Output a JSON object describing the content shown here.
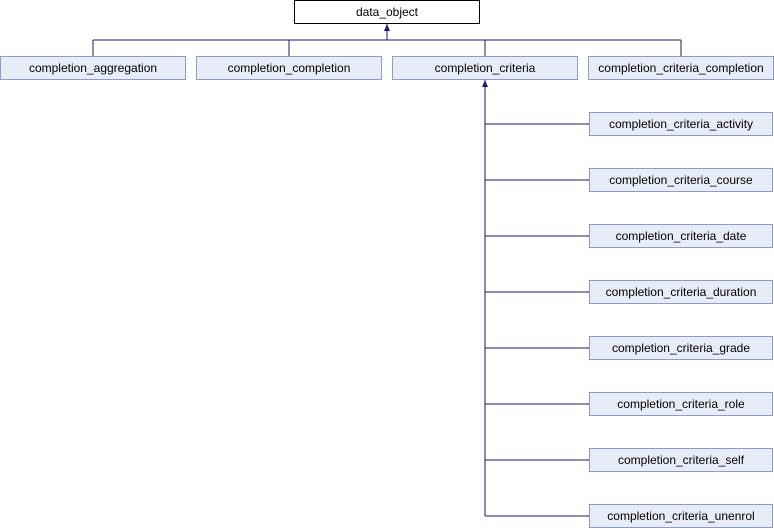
{
  "diagram": {
    "root": "data_object",
    "level1": [
      "completion_aggregation",
      "completion_completion",
      "completion_criteria",
      "completion_criteria_completion"
    ],
    "criteria_children": [
      "completion_criteria_activity",
      "completion_criteria_course",
      "completion_criteria_date",
      "completion_criteria_duration",
      "completion_criteria_grade",
      "completion_criteria_role",
      "completion_criteria_self",
      "completion_criteria_unenrol"
    ]
  },
  "colors": {
    "edge": "#191970",
    "node_border": "#8b9dc6",
    "node_fill": "#e8ecf6",
    "root_border": "#000000",
    "root_fill": "#ffffff"
  }
}
